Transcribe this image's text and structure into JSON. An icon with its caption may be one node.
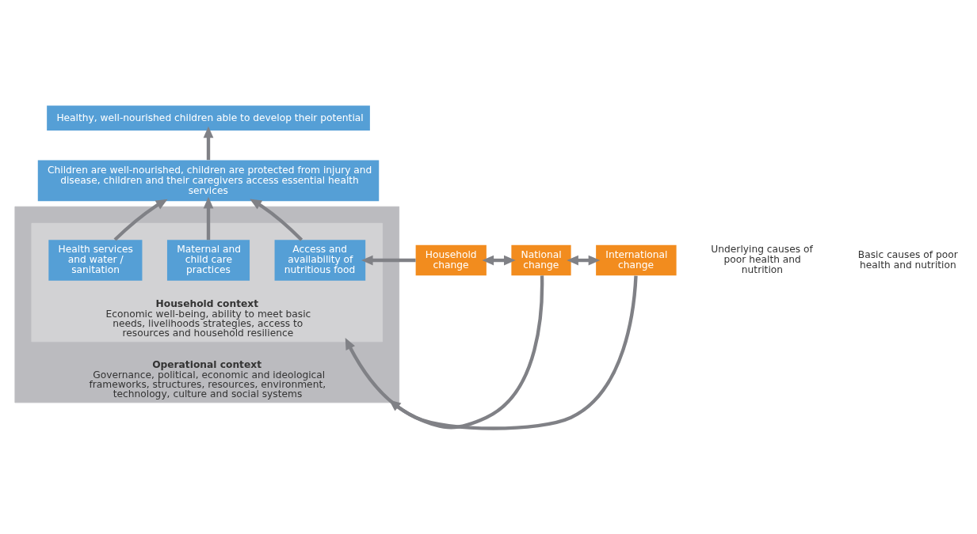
{
  "diagram": {
    "nodes": [
      {
        "text": [
          "Healthy, well-nourished children able to develop their potential"
        ]
      },
      {
        "text": [
          "Children are well-nourished, children are protected from injury and disease, children and their caregivers access essential health services"
        ]
      },
      {
        "text": [
          "Operational context",
          "Governance, political, economic and ideological frameworks, structures, resources, environment, technology, culture and social systems"
        ]
      },
      {
        "text": [
          "Household context",
          "Economic well-being, ability to meet basic needs, livelihoods strategies, access to resources and household resilience"
        ],
        "in": 2
      },
      {
        "text": [
          "Access and availability of nutritious food"
        ],
        "in": 3
      },
      {
        "text": [
          "Maternal and child care practices"
        ],
        "in": 3
      },
      {
        "text": [
          "Health services and water / sanitation"
        ],
        "in": 3
      },
      {
        "text": [
          "Household change"
        ]
      },
      {
        "text": [
          "National change"
        ]
      },
      {
        "text": [
          "International change"
        ]
      }
    ],
    "edges": [
      {
        "from": 1,
        "to": 0,
        "arrow": "to"
      },
      {
        "from": 4,
        "to": 1,
        "arrow": "to"
      },
      {
        "from": 5,
        "to": 1,
        "arrow": "to"
      },
      {
        "from": 6,
        "to": 1,
        "arrow": "to"
      },
      {
        "from": 7,
        "to": 4,
        "arrow": "to"
      },
      {
        "from": 7,
        "to": 8,
        "arrow": "both"
      },
      {
        "from": 8,
        "to": 3,
        "arrow": "to"
      },
      {
        "from": 8,
        "to": 9,
        "arrow": "both"
      },
      {
        "from": 9,
        "to": 2,
        "arrow": "to"
      }
    ],
    "labels": [
      "Underlying causes of poor health and nutrition",
      "Basic causes of poor health and nutrition"
    ]
  }
}
